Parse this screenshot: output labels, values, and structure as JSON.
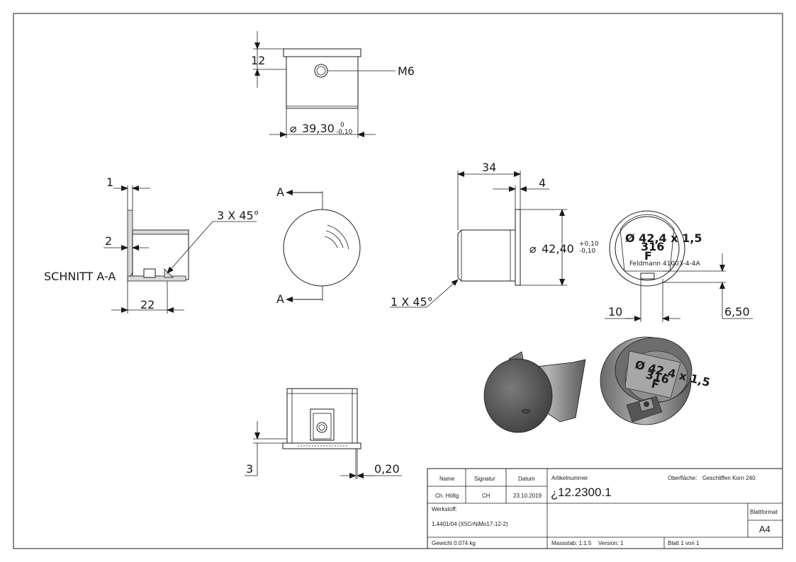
{
  "dimensions": {
    "top_height": "12",
    "thread": "M6",
    "diameter_top": "39,30",
    "diameter_top_tol_upper": "0",
    "diameter_top_tol_lower": "-0,10",
    "section_wall": "1",
    "section_chamfer": "3 X 45°",
    "section_slot": "2",
    "section_label": "SCHNITT A-A",
    "section_length": "22",
    "section_marker_top": "A",
    "section_marker_bottom": "A",
    "side_length": "34",
    "side_flange": "4",
    "side_diameter": "42,40",
    "side_diameter_tol_upper": "+0,10",
    "side_diameter_tol_lower": "-0,10",
    "side_chamfer": "1 X 45°",
    "front_slot_width": "10",
    "front_slot_height": "6,50",
    "bottom_height": "3",
    "bottom_offset": "0,20"
  },
  "engraving": {
    "line1": "Ø 42,4 x 1,5",
    "line2": "316",
    "line3": "F",
    "line4": "Feldmann 41003-4-4A"
  },
  "title_block": {
    "col_name": "Name",
    "col_signatur": "Signatur",
    "col_datum": "Datum",
    "name_value": "Ch. Höfig",
    "signatur_value": "CH",
    "datum_value": "23.10.2019",
    "artikel_label": "Artikelnummer",
    "artikel_value": "12.2300.1",
    "artikel_prefix": "¿",
    "oberflaeche_label": "Oberfläche:",
    "oberflaeche_value": "Geschliffen Korn 240",
    "werkstoff_label": "Werkstoff:",
    "werkstoff_value": "1.4401/04 (X5CrNiMo17-12-2)",
    "blattformat_label": "Blattformat",
    "blattformat_value": "A4",
    "gewicht": "Gewicht 0.074 kg",
    "massstab": "Massstab: 1:1.5",
    "version": "Version: 1",
    "blatt": "Blatt 1 von 1"
  },
  "colors": {
    "line": "#1a1a1a",
    "hatch": "#d9d9d9",
    "solid_dark": "#555555",
    "solid_mid": "#8a8a8a"
  }
}
